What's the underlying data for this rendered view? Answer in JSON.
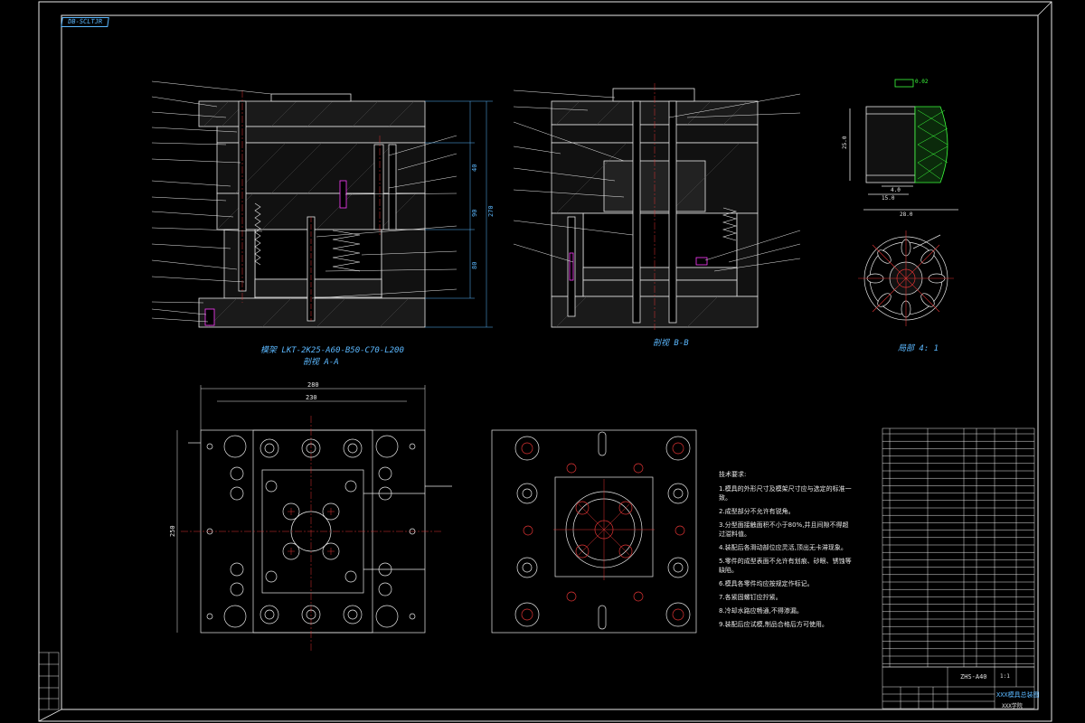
{
  "drawing": {
    "corner_tag": "DB-SCLTJR"
  },
  "section_aa": {
    "spec_line": "模架 LKT-2K25-A60-B50-C70-L200",
    "label": "剖视 A-A"
  },
  "section_bb": {
    "label": "剖视 B-B"
  },
  "detail": {
    "label": "局部 4: 1",
    "dim_inner": "4.0",
    "dim_mid": "15.0",
    "dim_outer": "28.0",
    "dim_height": "25.0",
    "tol": "0.02"
  },
  "dims": {
    "aa_total": "270",
    "aa_top": "40",
    "aa_mid": "90",
    "aa_bottom": "80",
    "plan_width_outer": "280",
    "plan_width_inner": "230",
    "plan_height": "250"
  },
  "notes": {
    "title": "技术要求:",
    "lines": [
      "1.模具的外形尺寸及模架尺寸应与选定的标准一致。",
      "2.成型部分不允许有锐角。",
      "3.分型面接触面积不小于80%,并且间隙不得超过溢料值。",
      "4.装配后各滑动部位应灵活,顶出无卡滞现象。",
      "5.零件的成型表面不允许有划痕、砂眼、锈蚀等缺陷。",
      "6.模具各零件均应按规定作标记。",
      "7.各紧固螺钉应拧紧。",
      "8.冷却水路应畅通,不得渗漏。",
      "9.装配后应试模,制品合格后方可使用。"
    ]
  },
  "title_block": {
    "drawing_no": "ZHS-A40",
    "product_name": "XXX模具总装图",
    "school": "XXX学院",
    "scale": "1:1"
  }
}
